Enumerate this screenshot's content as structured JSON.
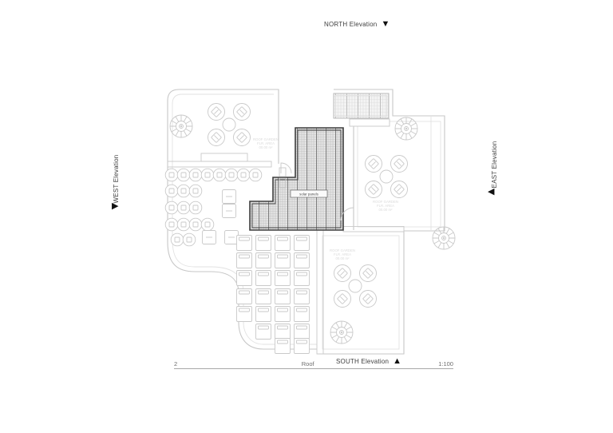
{
  "elevations": {
    "north": {
      "label": "NORTH Elevation",
      "arrow": "▼"
    },
    "south": {
      "label": "SOUTH Elevation",
      "arrow": "▲"
    },
    "west": {
      "label": "WEST Elevation",
      "arrow": "▶"
    },
    "east": {
      "label": "EAST Elevation",
      "arrow": "◀"
    }
  },
  "title_bar": {
    "number": "2",
    "name": "Roof",
    "scale": "1:100"
  },
  "plan": {
    "panel_area_label": "solar panels",
    "room_labels": [
      {
        "line1": "ROOF GARDEN",
        "line2": "FLR. AREA",
        "line3": "00.00 m²"
      },
      {
        "line1": "ROOF GARDEN",
        "line2": "FLR. AREA",
        "line3": "00.00 m²"
      },
      {
        "line1": "ROOF GARDEN",
        "line2": "FLR. AREA",
        "line3": "00.00 m²"
      }
    ]
  },
  "colors": {
    "line_light": "#c7c7c7",
    "line_faint": "#e2e2e2",
    "outline_dark": "#3d3d3d",
    "text_dark": "#3f3f3f",
    "text_faint": "#dadada",
    "triangle": "#111111"
  }
}
